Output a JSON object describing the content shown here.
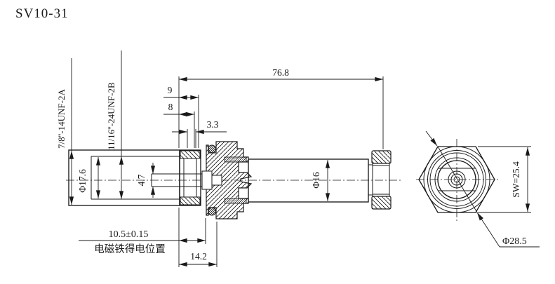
{
  "title": "SV10-31",
  "colors": {
    "ink": "#1a1a1a",
    "background": "#ffffff"
  },
  "main_view": {
    "thread_label_outer": "7/8''-14UNF-2A",
    "thread_label_inner": "11/16''-24UNF-2B",
    "dim_overall_length": "76.8",
    "dim_9": "9",
    "dim_8": "8",
    "dim_3_3": "3.3",
    "dim_tube_bore": "Φ17.6",
    "dim_pin_stroke": "4.7",
    "dim_cylinder": "Φ16",
    "dim_energized": "10.5±0.15",
    "note_energized": "电磁铁得电位置",
    "dim_14_2": "14.2"
  },
  "end_view": {
    "dim_wrench": "SW=25.4",
    "dim_across_corners": "Φ28.5"
  }
}
